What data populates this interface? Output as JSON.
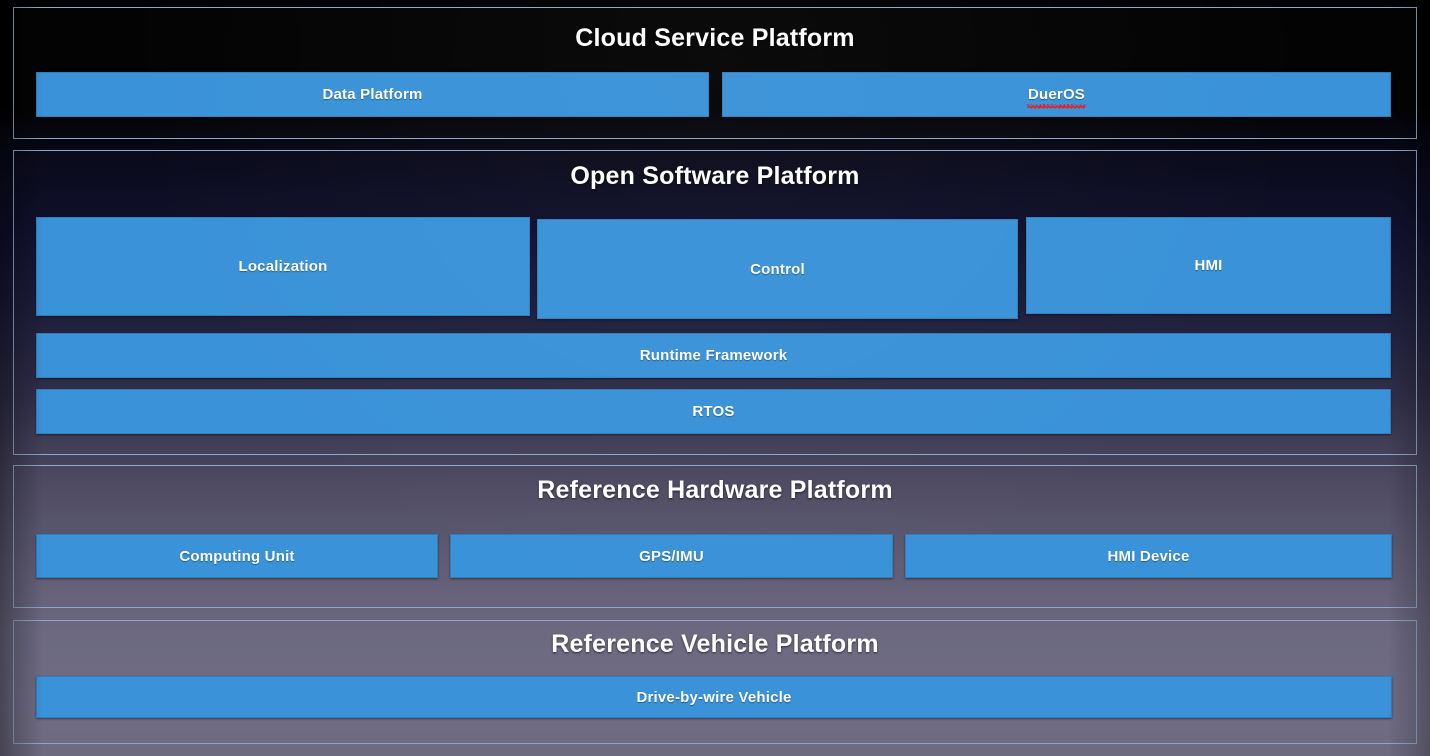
{
  "diagram": {
    "type": "layered-architecture",
    "layers": [
      {
        "id": "cloud",
        "title": "Cloud Service Platform",
        "modules": [
          {
            "label": "Data Platform",
            "misspelled": false
          },
          {
            "label": "DuerOS",
            "misspelled": true
          }
        ]
      },
      {
        "id": "software",
        "title": "Open Software Platform",
        "modules": [
          {
            "label": "Localization",
            "misspelled": false
          },
          {
            "label": "Control",
            "misspelled": false
          },
          {
            "label": "HMI",
            "misspelled": false
          },
          {
            "label": "Runtime Framework",
            "misspelled": false
          },
          {
            "label": "RTOS",
            "misspelled": false
          }
        ]
      },
      {
        "id": "hardware",
        "title": "Reference Hardware Platform",
        "modules": [
          {
            "label": "Computing Unit",
            "misspelled": false
          },
          {
            "label": "GPS/IMU",
            "misspelled": false
          },
          {
            "label": "HMI Device",
            "misspelled": false
          }
        ]
      },
      {
        "id": "vehicle",
        "title": "Reference Vehicle Platform",
        "modules": [
          {
            "label": "Drive-by-wire Vehicle",
            "misspelled": false
          }
        ]
      }
    ]
  },
  "colors": {
    "module_fill": "#3a92d8",
    "module_border": "#2f7fbf",
    "panel_border": "#8fa7c9",
    "title_text": "#ffffff",
    "module_text": "#ffffff",
    "spellcheck_underline": "#e02020",
    "background_top": "#000000",
    "background_bottom": "#6d6a80"
  }
}
